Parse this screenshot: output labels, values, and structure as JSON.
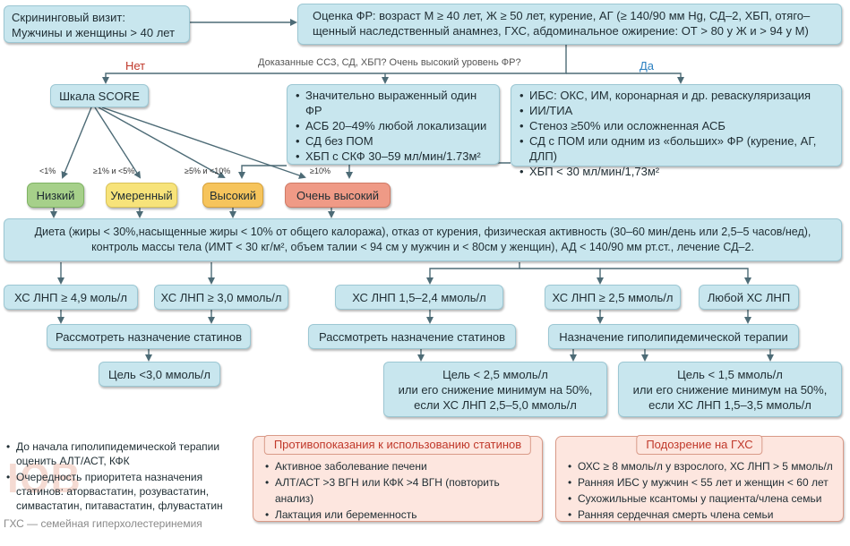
{
  "screening": {
    "text_1": "Скрининговый визит:",
    "text_2": "Мужчины и женщины > 40 лет"
  },
  "risk_assessment": {
    "line_1": "Оценка ФР: возраст М ≥ 40 лет, Ж ≥ 50 лет, курение, АГ (≥ 140/90 мм Hg, СД–2, ХБП, отяго–",
    "line_2": "щенный наследственный анамнез, ГХС, абдоминальное ожирение: ОТ > 80 у Ж и > 94 у М)"
  },
  "question": "Доказанные ССЗ, СД, ХБП?  Очень высокий уровень ФР?",
  "answer_no": "Нет",
  "answer_yes": "Да",
  "score_box": "Шкала SCORE",
  "high_criteria": [
    "Значительно выраженный один ФР",
    "АСБ 20–49% любой локализации",
    "СД без ПОМ",
    "ХБП с СКФ 30–59 мл/мин/1.73м²"
  ],
  "very_high_criteria": [
    "ИБС: ОКС, ИМ, коронарная и др. реваскуляризация",
    "ИИ/ТИА",
    "Стеноз ≥50% или осложненная АСБ",
    "СД с ПОМ или одним из «больших» ФР (курение, АГ, ДЛП)",
    "ХБП < 30 мл/мин/1,73м²"
  ],
  "score_thresholds": {
    "low": "<1%",
    "moderate": "≥1% и <5%",
    "high": "≥5% и <10%",
    "very_high": "≥10%"
  },
  "risk_levels": {
    "low": "Низкий",
    "moderate": "Умеренный",
    "high": "Высокий",
    "very_high": "Очень высокий"
  },
  "lifestyle": {
    "line_1": "Диета (жиры < 30%,насыщенные жиры < 10% от общего калоража), отказ от курения, физическая активность (30–60 мин/день или 2,5–5 часов/нед),",
    "line_2": "контроль массы тела (ИМТ < 30 кг/м², объем талии < 94 см у мужчин и < 80см у женщин), АД < 140/90 мм рт.ст., лечение СД–2."
  },
  "ldl_levels": {
    "ldl_1": "ХС ЛНП ≥ 4,9 моль/л",
    "ldl_2": "ХС ЛНП ≥ 3,0 ммоль/л",
    "ldl_3": "ХС ЛНП 1,5–2,4 ммоль/л",
    "ldl_4": "ХС ЛНП ≥ 2,5 ммоль/л",
    "ldl_5": "Любой ХС ЛНП"
  },
  "actions": {
    "consider_left": "Рассмотреть назначение статинов",
    "consider_right": "Рассмотреть назначение статинов",
    "lipid_therapy": "Назначение гиполипидемической терапии"
  },
  "targets": {
    "target_1": "Цель <3,0 ммоль/л",
    "target_2": [
      "Цель < 2,5 ммоль/л",
      "или его снижение минимум на 50%,",
      "если ХС ЛНП 2,5–5,0 ммоль/л"
    ],
    "target_3": [
      "Цель < 1,5 ммоль/л",
      "или его снижение минимум на 50%,",
      "если ХС ЛНП 1,5–3,5 ммоль/л"
    ]
  },
  "notes": [
    "До начала гиполипидемической терапии оценить АЛТ/АСТ, КФК",
    "Очередность приоритета назначения статинов: аторвастатин, розувастатин, симвастатин, питавастатин, флувастатин"
  ],
  "abbreviation": "ГХС — семейная гиперхолестеринемия",
  "contraindications": {
    "title": "Противопоказания к использованию статинов",
    "items": [
      "Активное заболевание печени",
      "АЛТ/АСТ >3 ВГН или КФК >4 ВГН (повторить анализ)",
      "Лактация или беременность"
    ]
  },
  "fh_suspicion": {
    "title": "Подозрение на ГХС",
    "items": [
      "ОХС ≥ 8 ммоль/л у взрослого, ХС ЛНП > 5 ммоль/л",
      "Ранняя ИБС у мужчин < 55 лет и женщин < 60 лет",
      "Сухожильные ксантомы у пациента/члена семьи",
      "Ранняя сердечная смерть члена семьи"
    ]
  },
  "watermark_text": "ЮВ",
  "colors": {
    "box_fill": "#c8e6ee",
    "low": "#a6d08a",
    "moderate": "#f7e37a",
    "high": "#f6c45c",
    "very_high": "#ef9a86",
    "no": "#c0392b",
    "yes": "#2a7fc0",
    "warning": "#fde6df"
  }
}
